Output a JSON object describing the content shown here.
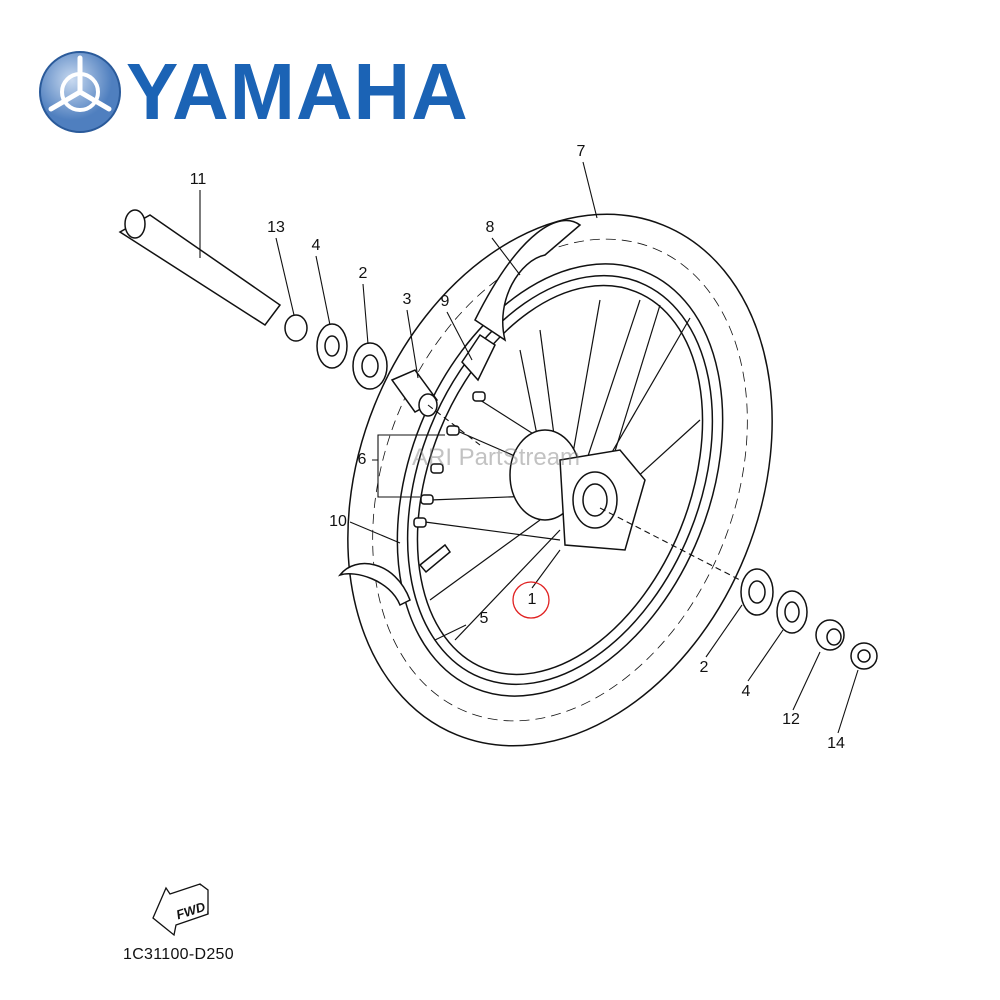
{
  "brand": {
    "logo_text": "YAMAHA",
    "color": "#1b63b5"
  },
  "watermark": "ARI PartStream",
  "callouts": [
    {
      "id": "11",
      "label": "11"
    },
    {
      "id": "13",
      "label": "13"
    },
    {
      "id": "4a",
      "label": "4"
    },
    {
      "id": "2a",
      "label": "2"
    },
    {
      "id": "3",
      "label": "3"
    },
    {
      "id": "9",
      "label": "9"
    },
    {
      "id": "8",
      "label": "8"
    },
    {
      "id": "7",
      "label": "7"
    },
    {
      "id": "6",
      "label": "6"
    },
    {
      "id": "10",
      "label": "10"
    },
    {
      "id": "1",
      "label": "1",
      "highlighted": true,
      "highlight_color": "#e02020"
    },
    {
      "id": "5",
      "label": "5"
    },
    {
      "id": "2b",
      "label": "2"
    },
    {
      "id": "4b",
      "label": "4"
    },
    {
      "id": "12",
      "label": "12"
    },
    {
      "id": "14",
      "label": "14"
    }
  ],
  "fwd_label": "FWD",
  "part_code": "1C31100-D250"
}
